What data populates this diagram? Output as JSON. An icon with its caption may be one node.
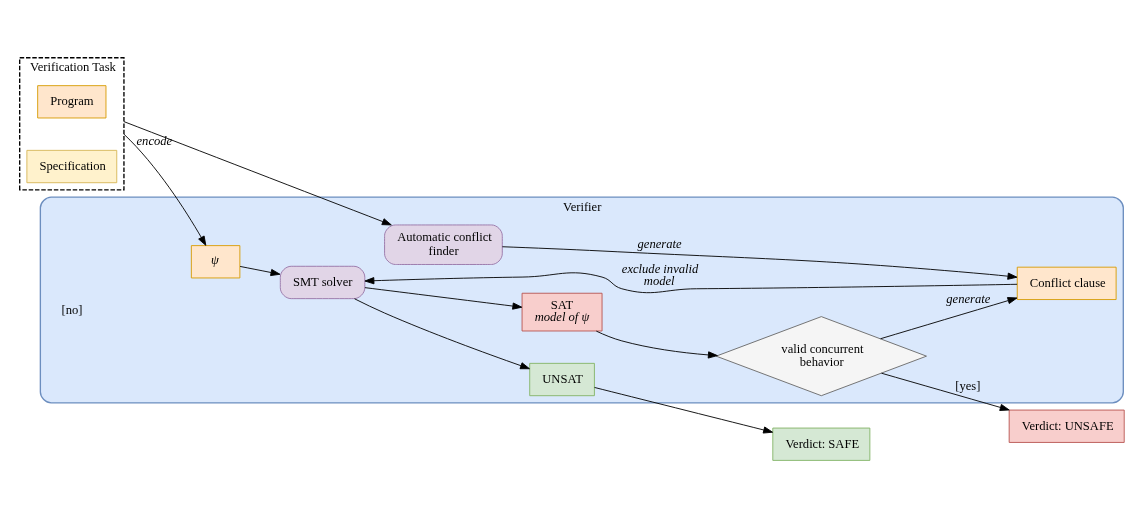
{
  "diagram": {
    "nodes": [
      {
        "text": [
          "Verification Task"
        ]
      },
      {
        "text": [
          "Program"
        ],
        "in": 0
      },
      {
        "text": [
          "Specification"
        ],
        "in": 0
      },
      {
        "text": [
          "Verifier"
        ]
      },
      {
        "text": [
          "ψ"
        ],
        "in": 3
      },
      {
        "text": [
          "Automatic conflict finder"
        ],
        "in": 3
      },
      {
        "text": [
          "Conflict clause"
        ],
        "in": 3
      },
      {
        "text": [
          "SMT solver"
        ],
        "in": 3
      },
      {
        "text": [
          "valid concurrent behavior"
        ],
        "in": 3
      },
      {
        "text": [
          "SAT",
          "model of ψ"
        ],
        "in": 3
      },
      {
        "text": [
          "UNSAT"
        ],
        "in": 3
      },
      {
        "text": [
          "Verdict: UNSAFE"
        ]
      },
      {
        "text": [
          "Verdict: SAFE"
        ]
      }
    ],
    "edges": [
      {
        "from": 0,
        "to": 4,
        "arrow": "to",
        "label": "encode"
      },
      {
        "from": 0,
        "to": 5,
        "arrow": "to"
      },
      {
        "from": 5,
        "to": 6,
        "arrow": "to",
        "label": "generate"
      },
      {
        "from": 6,
        "to": 7,
        "arrow": "to",
        "label": "exclude invalid model"
      },
      {
        "from": 4,
        "to": 7,
        "arrow": "to"
      },
      {
        "from": 7,
        "to": 9,
        "arrow": "to"
      },
      {
        "from": 7,
        "to": 10,
        "arrow": "to"
      },
      {
        "from": 9,
        "to": 8,
        "arrow": "to"
      },
      {
        "from": 8,
        "to": 6,
        "arrow": "to",
        "label": "generate"
      },
      {
        "from": 8,
        "to": 11,
        "arrow": "to",
        "label": "[yes]"
      },
      {
        "from": 10,
        "to": 12,
        "arrow": "to"
      }
    ],
    "labels": [
      "[no]"
    ]
  }
}
